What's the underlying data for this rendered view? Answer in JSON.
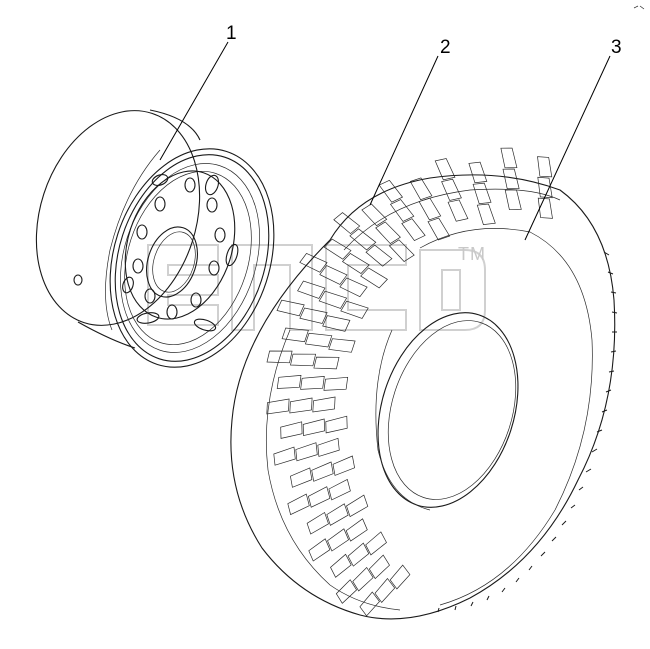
{
  "callouts": [
    {
      "id": "1",
      "label": "1"
    },
    {
      "id": "2",
      "label": "2"
    },
    {
      "id": "3",
      "label": "3"
    }
  ],
  "watermark": {
    "mark": "TM"
  },
  "colors": {
    "line": "#1a1a1a",
    "watermark": "#c8c8c8",
    "background": "#ffffff"
  }
}
